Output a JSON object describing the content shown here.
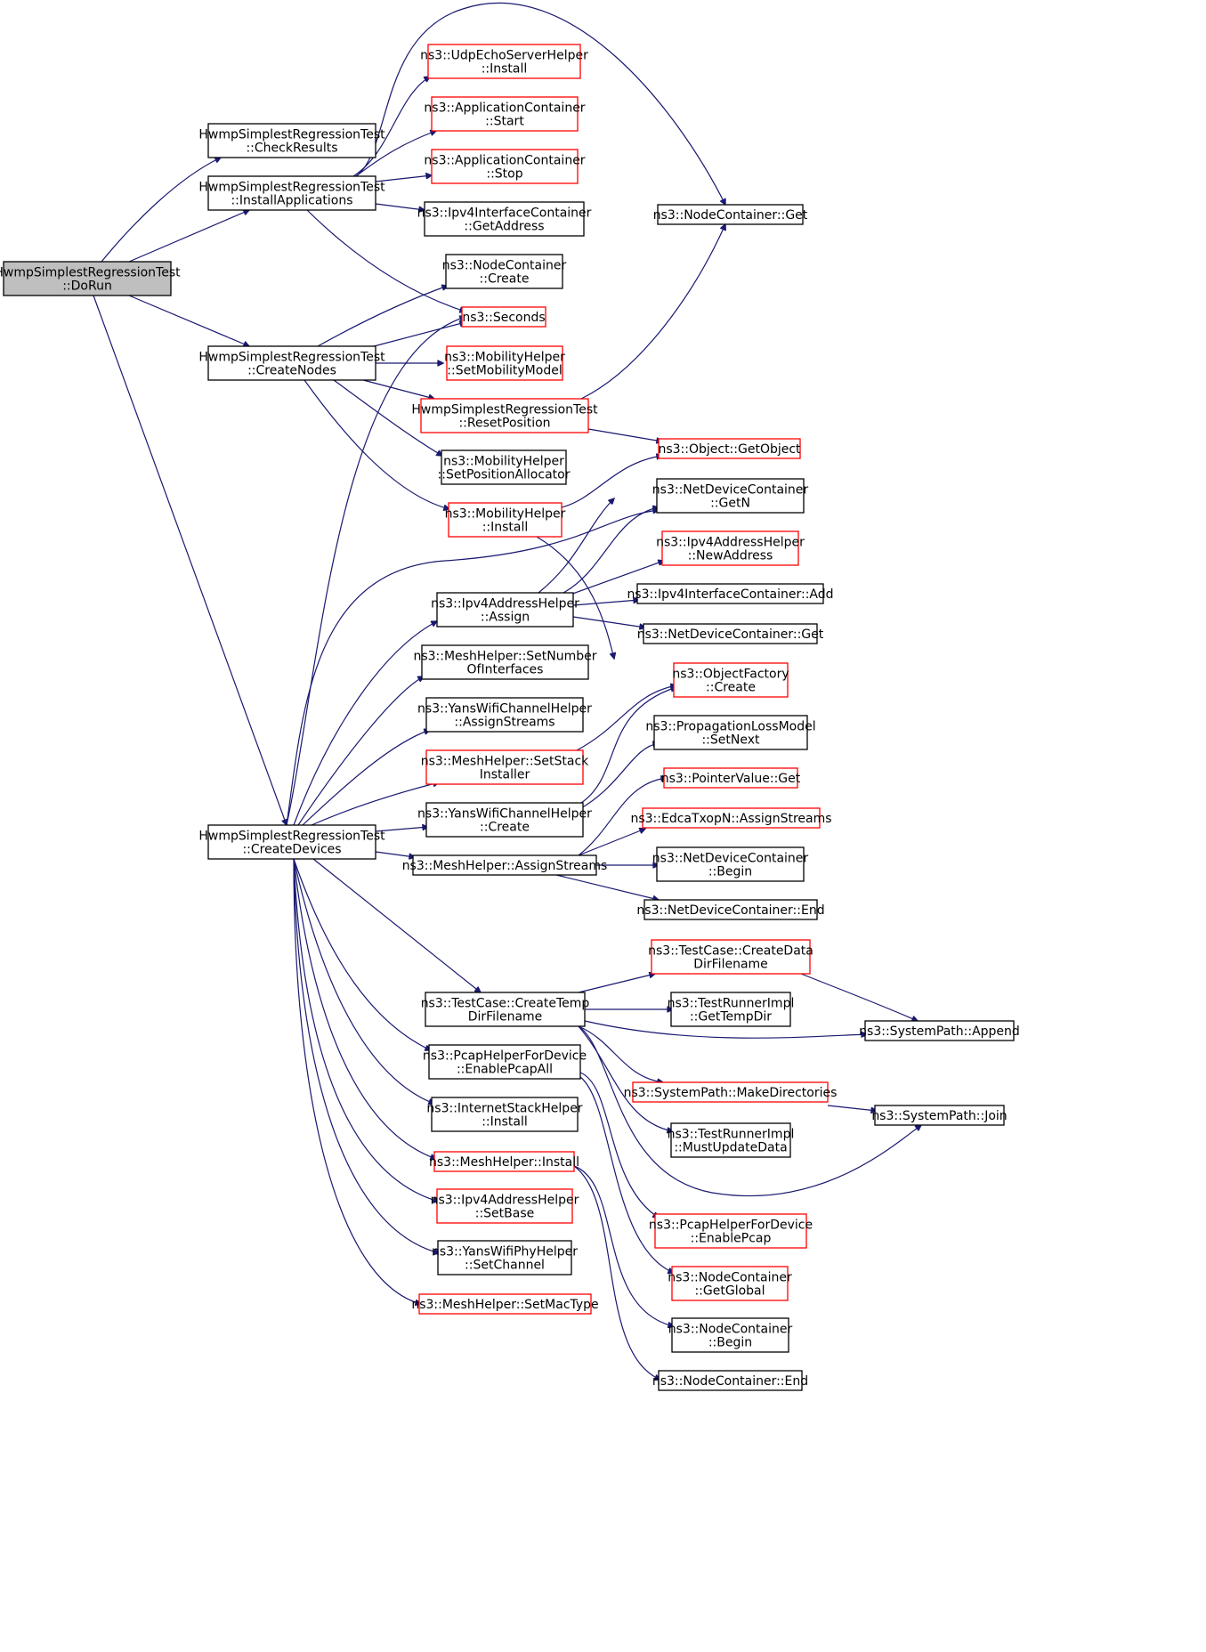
{
  "colors": {
    "edge": "#191970",
    "node_border_normal": "#000000",
    "node_border_truncated": "#ff0000",
    "node_fill": "#ffffff",
    "node_fill_root": "#bfbfbf"
  },
  "nodes": [
    {
      "id": "n0",
      "lines": [
        "HwmpSimplestRegressionTest",
        "::DoRun"
      ],
      "style": "root"
    },
    {
      "id": "n1",
      "lines": [
        "HwmpSimplestRegressionTest",
        "::CheckResults"
      ],
      "style": "normal"
    },
    {
      "id": "n2",
      "lines": [
        "HwmpSimplestRegressionTest",
        "::InstallApplications"
      ],
      "style": "normal"
    },
    {
      "id": "n3",
      "lines": [
        "HwmpSimplestRegressionTest",
        "::CreateNodes"
      ],
      "style": "normal"
    },
    {
      "id": "n4",
      "lines": [
        "HwmpSimplestRegressionTest",
        "::CreateDevices"
      ],
      "style": "normal"
    },
    {
      "id": "n5",
      "lines": [
        "ns3::UdpEchoServerHelper",
        "::Install"
      ],
      "style": "truncated"
    },
    {
      "id": "n6",
      "lines": [
        "ns3::ApplicationContainer",
        "::Start"
      ],
      "style": "truncated"
    },
    {
      "id": "n7",
      "lines": [
        "ns3::ApplicationContainer",
        "::Stop"
      ],
      "style": "truncated"
    },
    {
      "id": "n8",
      "lines": [
        "ns3::Ipv4InterfaceContainer",
        "::GetAddress"
      ],
      "style": "normal"
    },
    {
      "id": "n9",
      "lines": [
        "ns3::NodeContainer",
        "::Create"
      ],
      "style": "normal"
    },
    {
      "id": "n10",
      "lines": [
        "ns3::Seconds"
      ],
      "style": "truncated"
    },
    {
      "id": "n11",
      "lines": [
        "ns3::MobilityHelper",
        "::SetMobilityModel"
      ],
      "style": "truncated"
    },
    {
      "id": "n12",
      "lines": [
        "HwmpSimplestRegressionTest",
        "::ResetPosition"
      ],
      "style": "truncated"
    },
    {
      "id": "n13",
      "lines": [
        "ns3::MobilityHelper",
        "::SetPositionAllocator"
      ],
      "style": "normal"
    },
    {
      "id": "n14",
      "lines": [
        "ns3::MobilityHelper",
        "::Install"
      ],
      "style": "truncated"
    },
    {
      "id": "n15",
      "lines": [
        "ns3::Ipv4AddressHelper",
        "::Assign"
      ],
      "style": "normal"
    },
    {
      "id": "n16",
      "lines": [
        "ns3::MeshHelper::SetNumber",
        "OfInterfaces"
      ],
      "style": "normal"
    },
    {
      "id": "n17",
      "lines": [
        "ns3::YansWifiChannelHelper",
        "::AssignStreams"
      ],
      "style": "normal"
    },
    {
      "id": "n18",
      "lines": [
        "ns3::MeshHelper::SetStack",
        "Installer"
      ],
      "style": "truncated"
    },
    {
      "id": "n19",
      "lines": [
        "ns3::YansWifiChannelHelper",
        "::Create"
      ],
      "style": "normal"
    },
    {
      "id": "n20",
      "lines": [
        "ns3::MeshHelper::AssignStreams"
      ],
      "style": "normal"
    },
    {
      "id": "n21",
      "lines": [
        "ns3::TestCase::CreateTemp",
        "DirFilename"
      ],
      "style": "normal"
    },
    {
      "id": "n22",
      "lines": [
        "ns3::PcapHelperForDevice",
        "::EnablePcapAll"
      ],
      "style": "normal"
    },
    {
      "id": "n23",
      "lines": [
        "ns3::InternetStackHelper",
        "::Install"
      ],
      "style": "normal"
    },
    {
      "id": "n24",
      "lines": [
        "ns3::MeshHelper::Install"
      ],
      "style": "truncated"
    },
    {
      "id": "n25",
      "lines": [
        "ns3::Ipv4AddressHelper",
        "::SetBase"
      ],
      "style": "truncated"
    },
    {
      "id": "n26",
      "lines": [
        "ns3::YansWifiPhyHelper",
        "::SetChannel"
      ],
      "style": "normal"
    },
    {
      "id": "n27",
      "lines": [
        "ns3::MeshHelper::SetMacType"
      ],
      "style": "truncated"
    },
    {
      "id": "n28",
      "lines": [
        "ns3::NodeContainer::Get"
      ],
      "style": "normal"
    },
    {
      "id": "n29",
      "lines": [
        "ns3::Object::GetObject"
      ],
      "style": "truncated"
    },
    {
      "id": "n30",
      "lines": [
        "ns3::NetDeviceContainer",
        "::GetN"
      ],
      "style": "normal"
    },
    {
      "id": "n31",
      "lines": [
        "ns3::Ipv4AddressHelper",
        "::NewAddress"
      ],
      "style": "truncated"
    },
    {
      "id": "n32",
      "lines": [
        "ns3::Ipv4InterfaceContainer::Add"
      ],
      "style": "normal"
    },
    {
      "id": "n33",
      "lines": [
        "ns3::NetDeviceContainer::Get"
      ],
      "style": "normal"
    },
    {
      "id": "n34",
      "lines": [
        "ns3::ObjectFactory",
        "::Create"
      ],
      "style": "truncated"
    },
    {
      "id": "n35",
      "lines": [
        "ns3::PropagationLossModel",
        "::SetNext"
      ],
      "style": "normal"
    },
    {
      "id": "n36",
      "lines": [
        "ns3::PointerValue::Get"
      ],
      "style": "truncated"
    },
    {
      "id": "n37",
      "lines": [
        "ns3::EdcaTxopN::AssignStreams"
      ],
      "style": "truncated"
    },
    {
      "id": "n38",
      "lines": [
        "ns3::NetDeviceContainer",
        "::Begin"
      ],
      "style": "normal"
    },
    {
      "id": "n39",
      "lines": [
        "ns3::NetDeviceContainer::End"
      ],
      "style": "normal"
    },
    {
      "id": "n40",
      "lines": [
        "ns3::TestCase::CreateData",
        "DirFilename"
      ],
      "style": "truncated"
    },
    {
      "id": "n41",
      "lines": [
        "ns3::TestRunnerImpl",
        "::GetTempDir"
      ],
      "style": "normal"
    },
    {
      "id": "n42",
      "lines": [
        "ns3::SystemPath::Append"
      ],
      "style": "normal"
    },
    {
      "id": "n43",
      "lines": [
        "ns3::SystemPath::MakeDirectories"
      ],
      "style": "truncated"
    },
    {
      "id": "n44",
      "lines": [
        "ns3::SystemPath::Join"
      ],
      "style": "normal"
    },
    {
      "id": "n45",
      "lines": [
        "ns3::TestRunnerImpl",
        "::MustUpdateData"
      ],
      "style": "normal"
    },
    {
      "id": "n46",
      "lines": [
        "ns3::PcapHelperForDevice",
        "::EnablePcap"
      ],
      "style": "truncated"
    },
    {
      "id": "n47",
      "lines": [
        "ns3::NodeContainer",
        "::GetGlobal"
      ],
      "style": "truncated"
    },
    {
      "id": "n48",
      "lines": [
        "ns3::NodeContainer",
        "::Begin"
      ],
      "style": "normal"
    },
    {
      "id": "n49",
      "lines": [
        "ns3::NodeContainer::End"
      ],
      "style": "normal"
    }
  ],
  "edges": [
    [
      "n0",
      "n1"
    ],
    [
      "n0",
      "n2"
    ],
    [
      "n0",
      "n3"
    ],
    [
      "n0",
      "n4"
    ],
    [
      "n2",
      "n5"
    ],
    [
      "n2",
      "n6"
    ],
    [
      "n2",
      "n7"
    ],
    [
      "n2",
      "n8"
    ],
    [
      "n2",
      "n28"
    ],
    [
      "n2",
      "n10"
    ],
    [
      "n3",
      "n9"
    ],
    [
      "n3",
      "n10"
    ],
    [
      "n3",
      "n11"
    ],
    [
      "n3",
      "n12"
    ],
    [
      "n3",
      "n13"
    ],
    [
      "n3",
      "n14"
    ],
    [
      "n12",
      "n28"
    ],
    [
      "n12",
      "n29"
    ],
    [
      "n14",
      "n29"
    ],
    [
      "n14",
      "n34"
    ],
    [
      "n4",
      "n10"
    ],
    [
      "n4",
      "n30"
    ],
    [
      "n4",
      "n15"
    ],
    [
      "n4",
      "n16"
    ],
    [
      "n4",
      "n17"
    ],
    [
      "n4",
      "n18"
    ],
    [
      "n4",
      "n19"
    ],
    [
      "n4",
      "n20"
    ],
    [
      "n4",
      "n21"
    ],
    [
      "n4",
      "n22"
    ],
    [
      "n4",
      "n23"
    ],
    [
      "n4",
      "n24"
    ],
    [
      "n4",
      "n25"
    ],
    [
      "n4",
      "n26"
    ],
    [
      "n4",
      "n27"
    ],
    [
      "n15",
      "n29"
    ],
    [
      "n15",
      "n30"
    ],
    [
      "n15",
      "n31"
    ],
    [
      "n15",
      "n32"
    ],
    [
      "n15",
      "n33"
    ],
    [
      "n18",
      "n34"
    ],
    [
      "n19",
      "n34"
    ],
    [
      "n19",
      "n35"
    ],
    [
      "n20",
      "n36"
    ],
    [
      "n20",
      "n37"
    ],
    [
      "n20",
      "n38"
    ],
    [
      "n20",
      "n39"
    ],
    [
      "n21",
      "n40"
    ],
    [
      "n21",
      "n41"
    ],
    [
      "n21",
      "n42"
    ],
    [
      "n21",
      "n43"
    ],
    [
      "n21",
      "n45"
    ],
    [
      "n21",
      "n44"
    ],
    [
      "n40",
      "n42"
    ],
    [
      "n43",
      "n44"
    ],
    [
      "n22",
      "n46"
    ],
    [
      "n22",
      "n47"
    ],
    [
      "n24",
      "n48"
    ],
    [
      "n24",
      "n49"
    ]
  ]
}
